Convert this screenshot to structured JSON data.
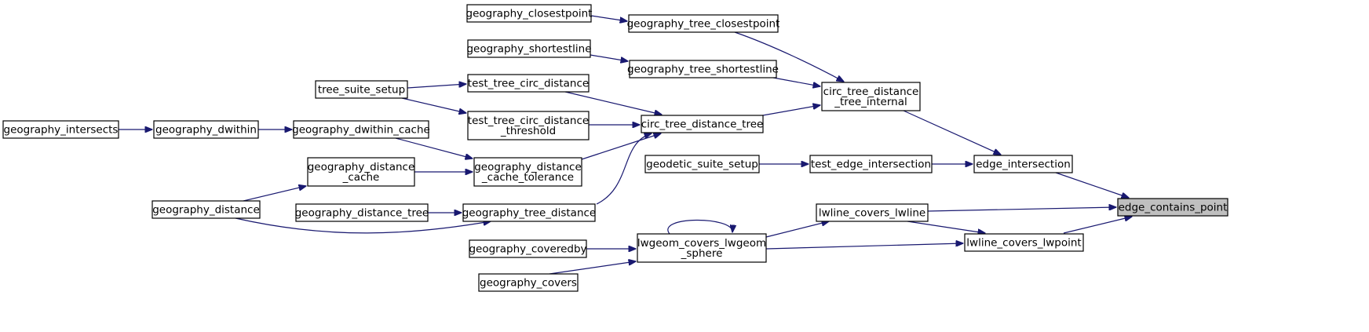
{
  "diagram": {
    "type": "call-graph",
    "colors": {
      "edge": "#191970",
      "node_fill": "#ffffff",
      "node_border": "#000000",
      "highlight_fill": "#bfbfbf"
    },
    "nodes": {
      "edge_contains_point": {
        "label": [
          "edge_contains_point"
        ],
        "highlight": true
      },
      "edge_intersection": {
        "label": [
          "edge_intersection"
        ]
      },
      "lwline_covers_lwline": {
        "label": [
          "lwline_covers_lwline"
        ]
      },
      "lwline_covers_lwpoint": {
        "label": [
          "lwline_covers_lwpoint"
        ]
      },
      "circ_tree_distance_tree_internal": {
        "label": [
          "circ_tree_distance",
          "_tree_internal"
        ]
      },
      "test_edge_intersection": {
        "label": [
          "test_edge_intersection"
        ]
      },
      "geodetic_suite_setup": {
        "label": [
          "geodetic_suite_setup"
        ]
      },
      "geography_tree_closestpoint": {
        "label": [
          "geography_tree_closestpoint"
        ]
      },
      "geography_tree_shortestline": {
        "label": [
          "geography_tree_shortestline"
        ]
      },
      "circ_tree_distance_tree": {
        "label": [
          "circ_tree_distance_tree"
        ]
      },
      "geography_closestpoint": {
        "label": [
          "geography_closestpoint"
        ]
      },
      "geography_shortestline": {
        "label": [
          "geography_shortestline"
        ]
      },
      "test_tree_circ_distance": {
        "label": [
          "test_tree_circ_distance"
        ]
      },
      "test_tree_circ_distance_threshold": {
        "label": [
          "test_tree_circ_distance",
          "_threshold"
        ]
      },
      "geography_distance_cache_tolerance": {
        "label": [
          "geography_distance",
          "_cache_tolerance"
        ]
      },
      "geography_tree_distance": {
        "label": [
          "geography_tree_distance"
        ]
      },
      "tree_suite_setup": {
        "label": [
          "tree_suite_setup"
        ]
      },
      "geography_dwithin_cache": {
        "label": [
          "geography_dwithin_cache"
        ]
      },
      "geography_distance_cache": {
        "label": [
          "geography_distance",
          "_cache"
        ]
      },
      "geography_distance_tree": {
        "label": [
          "geography_distance_tree"
        ]
      },
      "geography_dwithin": {
        "label": [
          "geography_dwithin"
        ]
      },
      "geography_intersects": {
        "label": [
          "geography_intersects"
        ]
      },
      "geography_distance": {
        "label": [
          "geography_distance"
        ]
      },
      "lwgeom_covers_lwgeom_sphere": {
        "label": [
          "lwgeom_covers_lwgeom",
          "_sphere"
        ]
      },
      "geography_coveredby": {
        "label": [
          "geography_coveredby"
        ]
      },
      "geography_covers": {
        "label": [
          "geography_covers"
        ]
      }
    },
    "edges": [
      [
        "edge_intersection",
        "edge_contains_point"
      ],
      [
        "lwline_covers_lwline",
        "edge_contains_point"
      ],
      [
        "lwline_covers_lwpoint",
        "edge_contains_point"
      ],
      [
        "circ_tree_distance_tree_internal",
        "edge_intersection"
      ],
      [
        "test_edge_intersection",
        "edge_intersection"
      ],
      [
        "geodetic_suite_setup",
        "test_edge_intersection"
      ],
      [
        "geography_tree_closestpoint",
        "circ_tree_distance_tree_internal"
      ],
      [
        "geography_tree_shortestline",
        "circ_tree_distance_tree_internal"
      ],
      [
        "circ_tree_distance_tree",
        "circ_tree_distance_tree_internal"
      ],
      [
        "geography_closestpoint",
        "geography_tree_closestpoint"
      ],
      [
        "geography_shortestline",
        "geography_tree_shortestline"
      ],
      [
        "test_tree_circ_distance",
        "circ_tree_distance_tree"
      ],
      [
        "test_tree_circ_distance_threshold",
        "circ_tree_distance_tree"
      ],
      [
        "geography_distance_cache_tolerance",
        "circ_tree_distance_tree"
      ],
      [
        "geography_tree_distance",
        "circ_tree_distance_tree"
      ],
      [
        "tree_suite_setup",
        "test_tree_circ_distance"
      ],
      [
        "tree_suite_setup",
        "test_tree_circ_distance_threshold"
      ],
      [
        "geography_dwithin_cache",
        "geography_distance_cache_tolerance"
      ],
      [
        "geography_distance_cache",
        "geography_distance_cache_tolerance"
      ],
      [
        "geography_dwithin",
        "geography_dwithin_cache"
      ],
      [
        "geography_intersects",
        "geography_dwithin"
      ],
      [
        "geography_distance",
        "geography_distance_cache"
      ],
      [
        "geography_distance_tree",
        "geography_tree_distance"
      ],
      [
        "geography_distance",
        "geography_tree_distance"
      ],
      [
        "lwgeom_covers_lwgeom_sphere",
        "lwline_covers_lwline"
      ],
      [
        "lwgeom_covers_lwgeom_sphere",
        "lwline_covers_lwpoint"
      ],
      [
        "lwline_covers_lwline",
        "lwline_covers_lwpoint"
      ],
      [
        "lwgeom_covers_lwgeom_sphere",
        "lwgeom_covers_lwgeom_sphere"
      ],
      [
        "geography_coveredby",
        "lwgeom_covers_lwgeom_sphere"
      ],
      [
        "geography_covers",
        "lwgeom_covers_lwgeom_sphere"
      ]
    ]
  }
}
